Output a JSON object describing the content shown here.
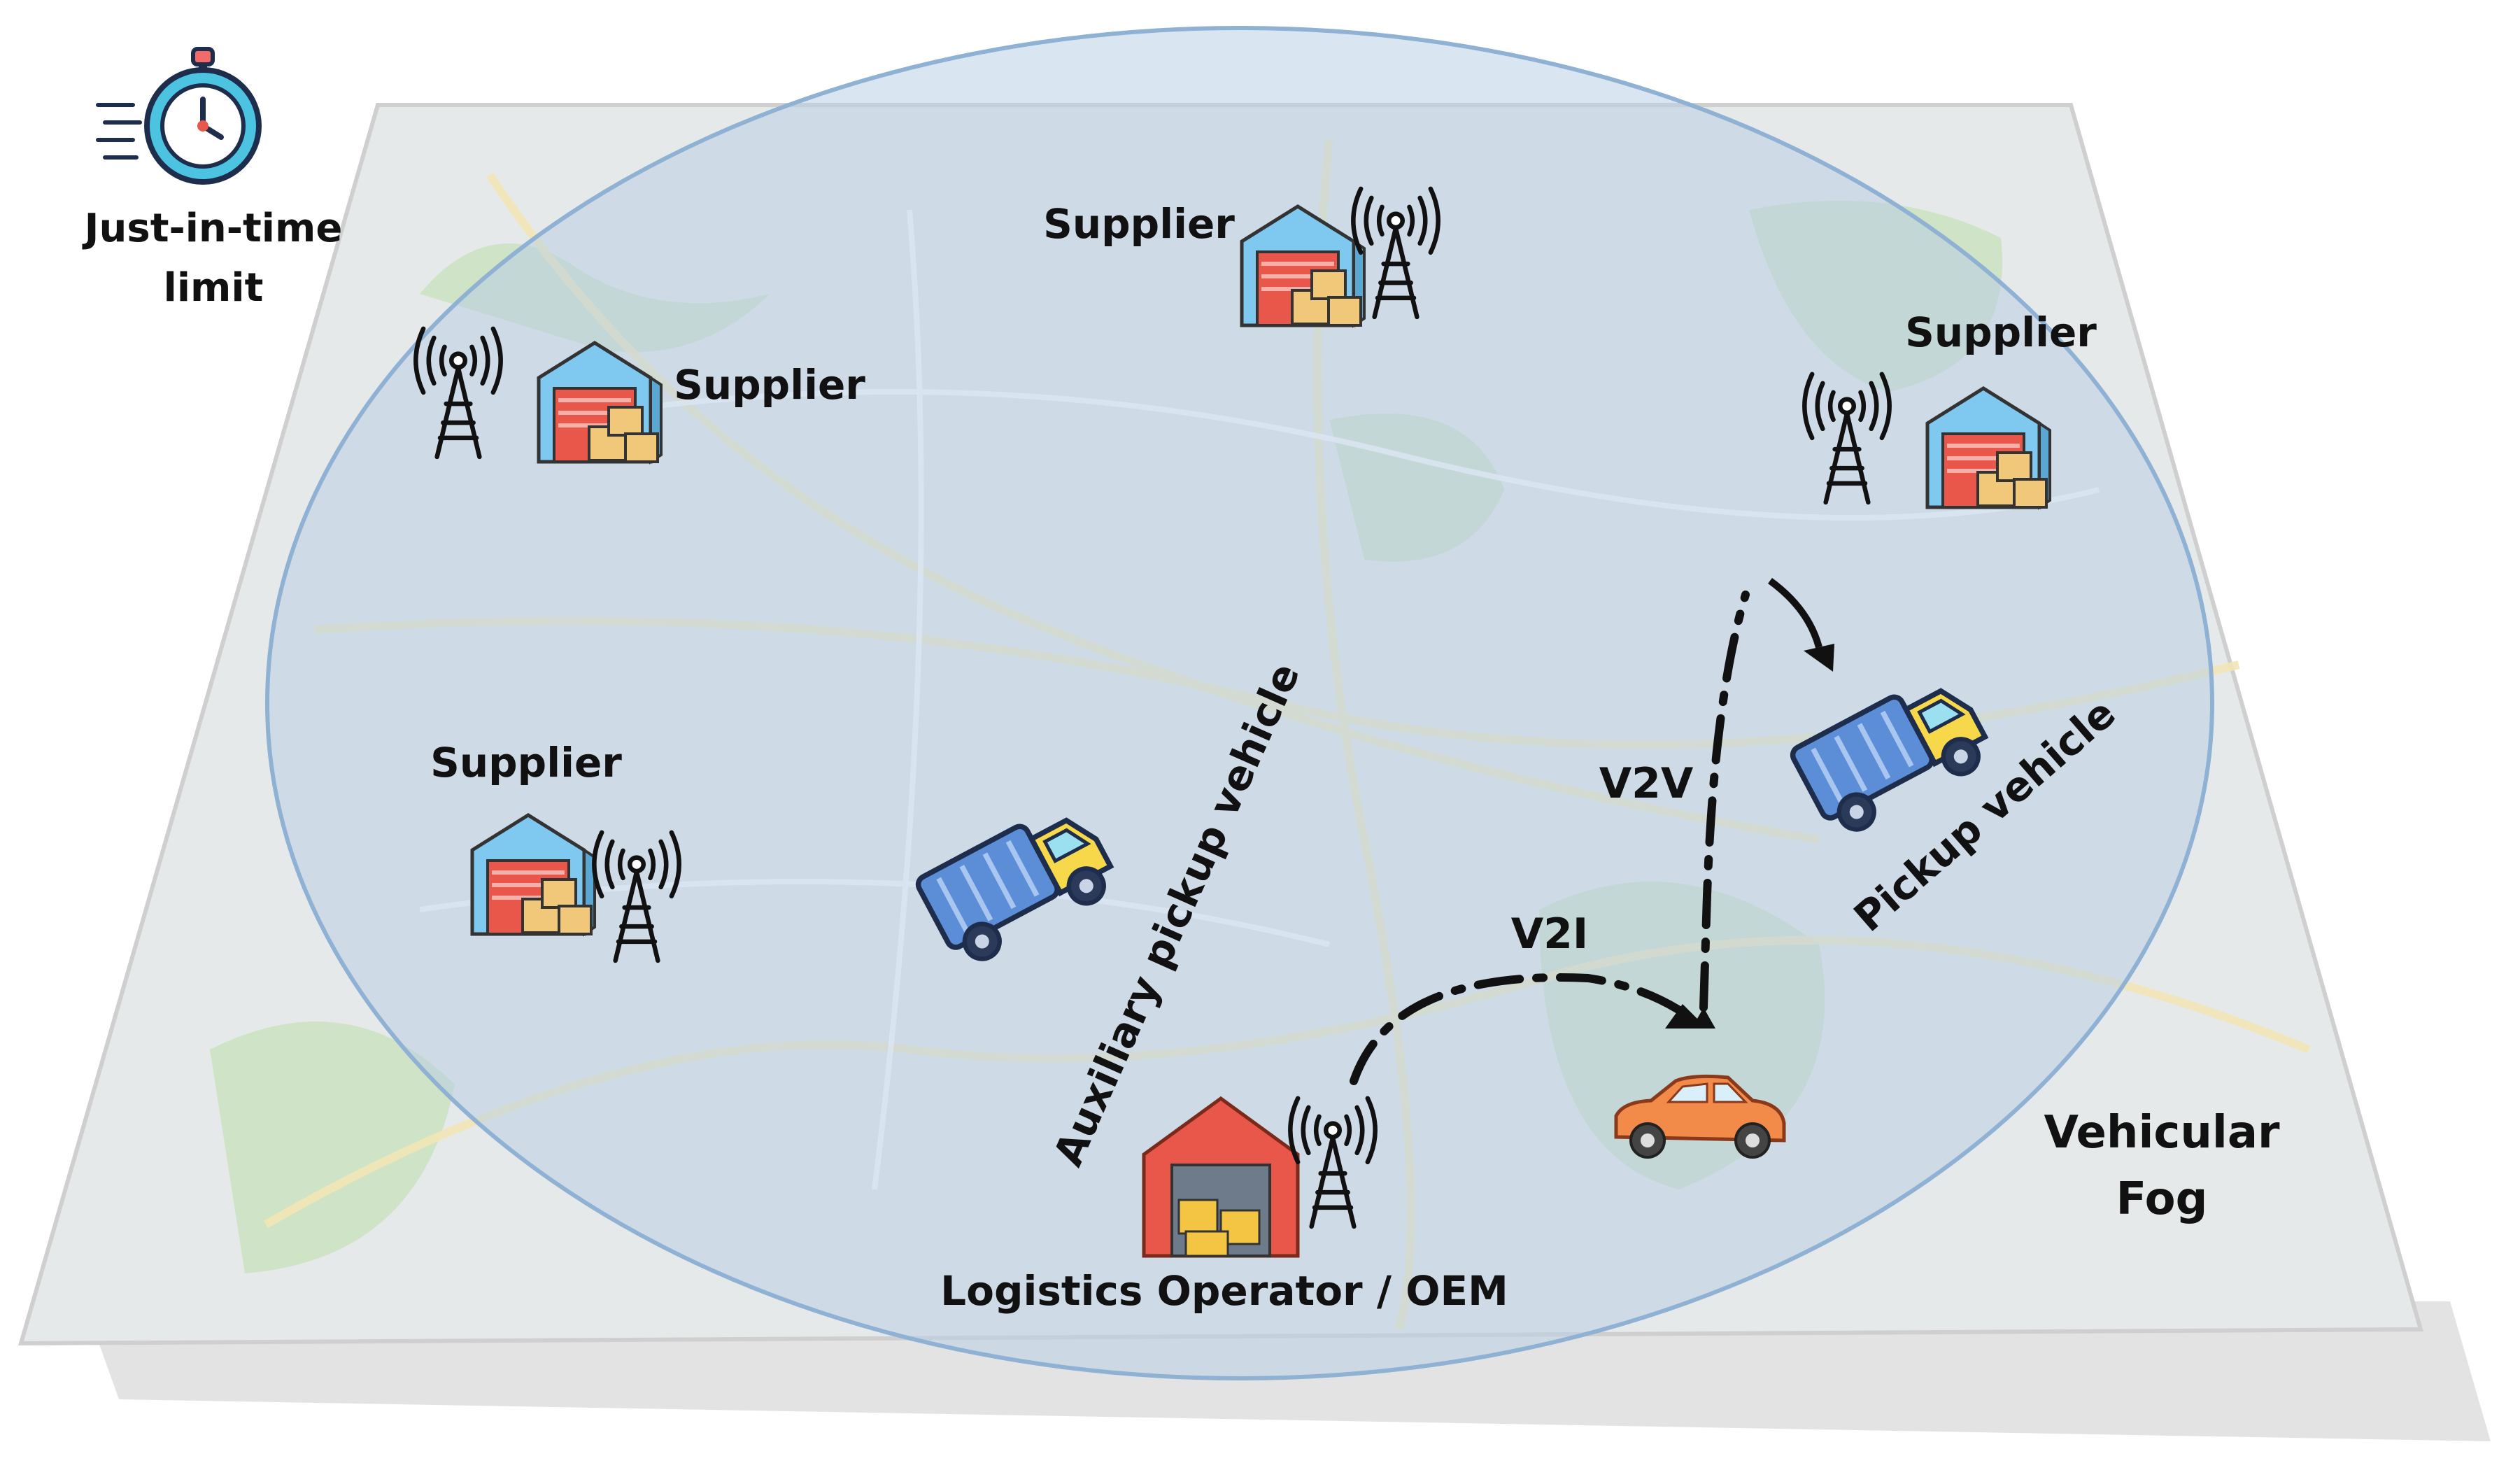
{
  "timer": {
    "label_line1": "Just-in-time",
    "label_line2": "limit",
    "icon": "stopwatch-icon"
  },
  "suppliers": [
    {
      "label": "Supplier"
    },
    {
      "label": "Supplier"
    },
    {
      "label": "Supplier"
    },
    {
      "label": "Supplier"
    }
  ],
  "vehicles": {
    "auxiliary_label": "Auxiliary pickup vehicle",
    "pickup_label": "Pickup vehicle",
    "car_icon": "car-icon",
    "truck_icon": "truck-icon"
  },
  "links": {
    "v2v_label": "V2V",
    "v2i_label": "V2I"
  },
  "operator": {
    "label": "Logistics Operator / OEM",
    "icon": "warehouse-icon"
  },
  "fog": {
    "label_line1": "Vehicular",
    "label_line2": "Fog"
  },
  "colors": {
    "fog_bubble": "#b9cfe3",
    "map_green": "#cfe3c6",
    "map_grey": "#dfe3e6",
    "warehouse_blue": "#7fc8f0",
    "warehouse_red": "#e8574a",
    "truck_yellow": "#f7d84a",
    "truck_blue": "#5b8ed6",
    "car_orange": "#f28a4a"
  }
}
